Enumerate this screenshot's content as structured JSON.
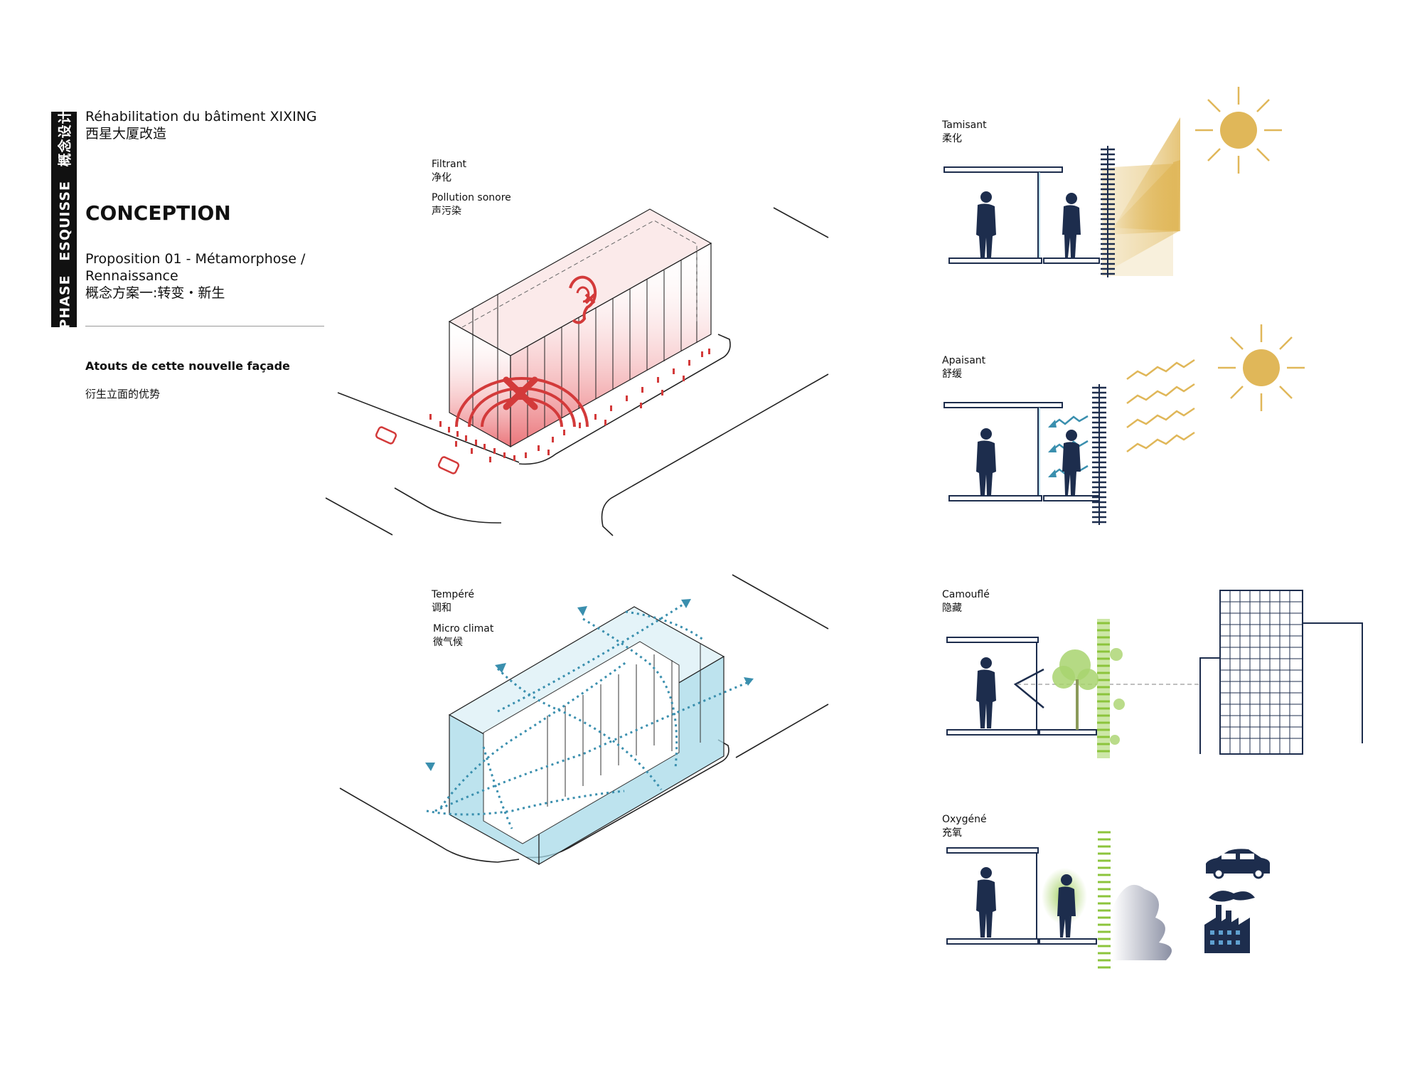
{
  "sidebar": {
    "phase": "PHASE",
    "esquisse": "ESQUISSE",
    "cn": "概念设计"
  },
  "header": {
    "title_fr": "Réhabilitation du bâtiment XIXING",
    "title_cn": "西星大厦改造",
    "section": "CONCEPTION",
    "proposition_line1": "Proposition 01 - Métamorphose /",
    "proposition_line2": "Rennaissance",
    "proposition_cn": "概念方案一:转变・新生"
  },
  "atouts": {
    "fr": "Atouts de cette nouvelle façade",
    "cn": "衍生立面的优势"
  },
  "diagram_top": {
    "label1_fr": "Filtrant",
    "label1_cn": "净化",
    "label2_fr": "Pollution sonore",
    "label2_cn": "声污染"
  },
  "diagram_bottom": {
    "label1_fr": "Tempéré",
    "label1_cn": "调和",
    "label2_fr": "Micro climat",
    "label2_cn": "微气候"
  },
  "panels": [
    {
      "fr": "Tamisant",
      "cn": "柔化"
    },
    {
      "fr": "Apaisant",
      "cn": "舒缓"
    },
    {
      "fr": "Camouflé",
      "cn": "隐藏"
    },
    {
      "fr": "Oxygéné",
      "cn": "充氧"
    }
  ],
  "colors": {
    "navy": "#1d2d4d",
    "red": "#d33a3a",
    "blue": "#a7d9e8",
    "sun": "#e0b759",
    "green": "#8cc43c"
  }
}
